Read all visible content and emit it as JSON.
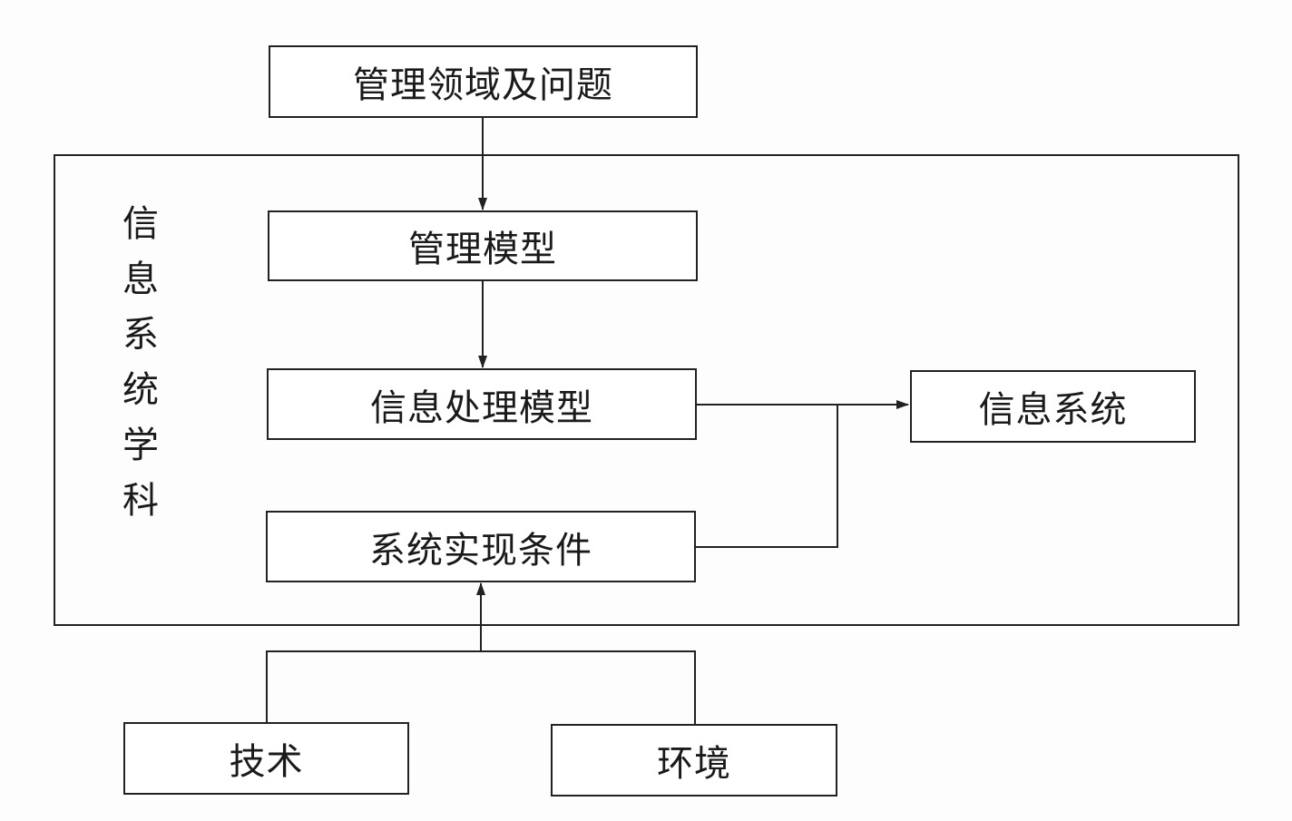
{
  "diagram": {
    "nodes": {
      "management_domain": "管理领域及问题",
      "management_model": "管理模型",
      "info_processing_model": "信息处理模型",
      "implementation_conditions": "系统实现条件",
      "information_system": "信息系统",
      "technology": "技术",
      "environment": "环境"
    },
    "frame_label_chars": [
      "信",
      "息",
      "系",
      "统",
      "学",
      "科"
    ]
  },
  "colors": {
    "stroke": "#222222",
    "background": "#ffffff"
  }
}
